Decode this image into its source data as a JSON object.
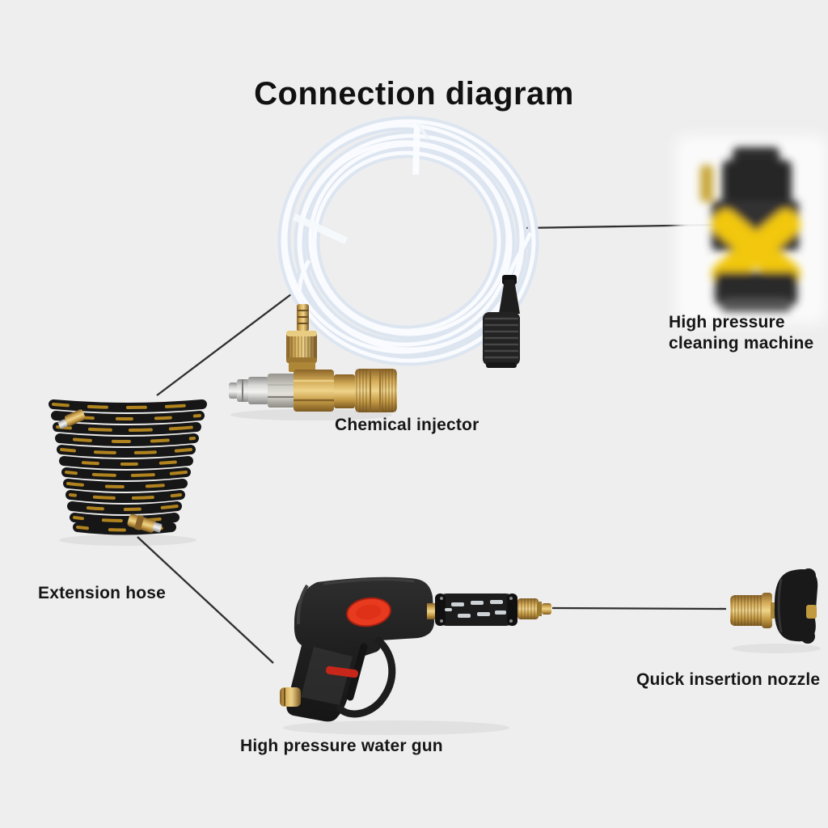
{
  "title": {
    "text": "Connection diagram"
  },
  "components": {
    "cleaning_machine": {
      "label": "High pressure\ncleaning machine"
    },
    "chemical_injector": {
      "label": "Chemical injector"
    },
    "extension_hose": {
      "label": "Extension hose"
    },
    "water_gun": {
      "label": "High pressure water gun"
    },
    "quick_nozzle": {
      "label": "Quick insertion nozzle"
    },
    "siphon_hose": {
      "label": ""
    }
  },
  "connections": [
    {
      "from": "siphon_hose",
      "to": "cleaning_machine"
    },
    {
      "from": "chemical_injector",
      "to": "extension_hose"
    },
    {
      "from": "extension_hose",
      "to": "water_gun"
    },
    {
      "from": "water_gun",
      "to": "quick_nozzle"
    }
  ],
  "colors": {
    "background": "#eeeeee",
    "text": "#161616",
    "line": "#2f2f2f",
    "brass": "#c9a24b",
    "machine_yellow": "#f2c70b",
    "accent_red": "#e73a1f",
    "hose_clear": "#dce5f0",
    "hose_black": "#161616"
  }
}
